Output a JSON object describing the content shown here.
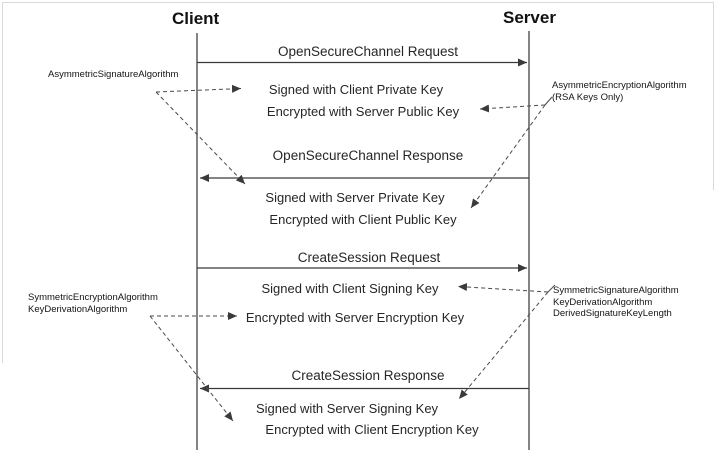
{
  "actors": {
    "client": "Client",
    "server": "Server"
  },
  "messages": {
    "open_secure_channel_request": "OpenSecureChannel Request",
    "open_secure_channel_response": "OpenSecureChannel Response",
    "create_session_request": "CreateSession Request",
    "create_session_response": "CreateSession Response"
  },
  "steps": {
    "osc_request_signed": "Signed with Client Private Key",
    "osc_request_encrypted": "Encrypted with Server Public Key",
    "osc_response_signed": "Signed with Server Private Key",
    "osc_response_encrypted": "Encrypted with Client Public Key",
    "cs_request_signed": "Signed with Client Signing Key",
    "cs_request_encrypted": "Encrypted with Server Encryption Key",
    "cs_response_signed": "Signed with Server Signing Key",
    "cs_response_encrypted": "Encrypted with Client Encryption Key"
  },
  "annotations": {
    "asymmetric_signature": {
      "line1": "AsymmetricSignatureAlgorithm"
    },
    "asymmetric_encryption": {
      "line1": "AsymmetricEncryptionAlgorithm",
      "line2": "(RSA Keys Only)"
    },
    "symmetric_encryption": {
      "line1": "SymmetricEncryptionAlgorithm",
      "line2": "KeyDerivationAlgorithm"
    },
    "symmetric_signature": {
      "line1": "SymmetricSignatureAlgorithm",
      "line2": "KeyDerivationAlgorithm",
      "line3": "DerivedSignatureKeyLength"
    }
  },
  "colors": {
    "line": "#3a3a3a",
    "dashed_line": "#4a4a4a",
    "text": "#262626",
    "frame_border": "#d9d9d9"
  }
}
